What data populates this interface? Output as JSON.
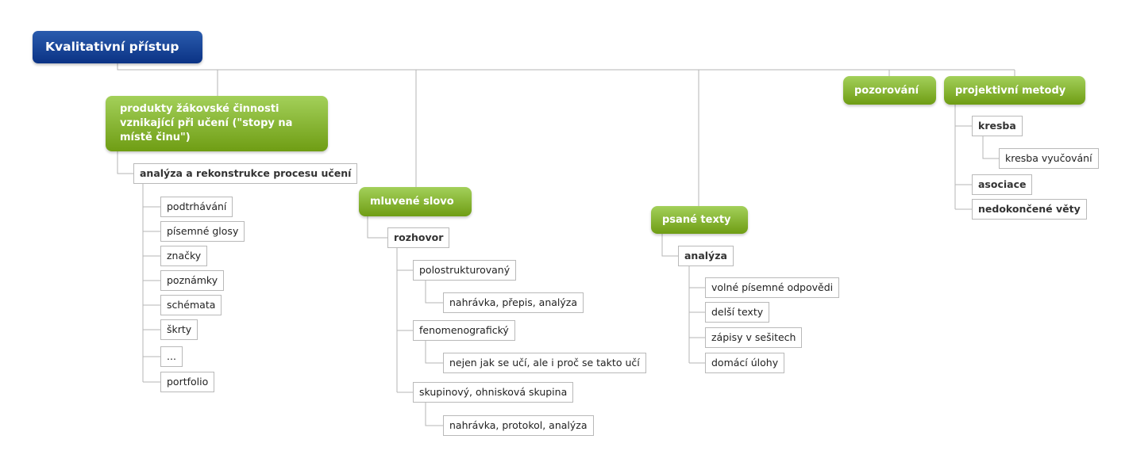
{
  "root": "Kvalitativní přístup",
  "branches": {
    "produkty": "produkty žákovské činnosti vznikající při učení (\"stopy na místě činu\")",
    "mluvene": "mluvené slovo",
    "psane": "psané texty",
    "pozorovani": "pozorování",
    "projektivni": "projektivní metody"
  },
  "produkty_children": {
    "analyza": "analýza a rekonstrukce procesu učení",
    "items": [
      "podtrhávání",
      "písemné glosy",
      "značky",
      "poznámky",
      "schémata",
      "škrty",
      "...",
      "portfolio"
    ]
  },
  "mluvene_children": {
    "rozhovor": "rozhovor",
    "polostrukturovany": "polostrukturovaný",
    "polostrukturovany_detail": "nahrávka, přepis, analýza",
    "fenomenograficky": "fenomenografický",
    "fenomenograficky_detail": "nejen jak se učí, ale i proč se takto učí",
    "skupinovy": "skupinový, ohnisková skupina",
    "skupinovy_detail": "nahrávka, protokol, analýza"
  },
  "psane_children": {
    "analyza": "analýza",
    "items": [
      "volné písemné odpovědi",
      "delší texty",
      "zápisy v sešitech",
      "domácí úlohy"
    ]
  },
  "projektivni_children": {
    "kresba": "kresba",
    "kresba_detail": "kresba vyučování",
    "asociace": "asociace",
    "nedokoncene": "nedokončené věty"
  },
  "colors": {
    "root": "#0b3385",
    "branch": "#7aab1e",
    "line": "#b5b5b5"
  }
}
